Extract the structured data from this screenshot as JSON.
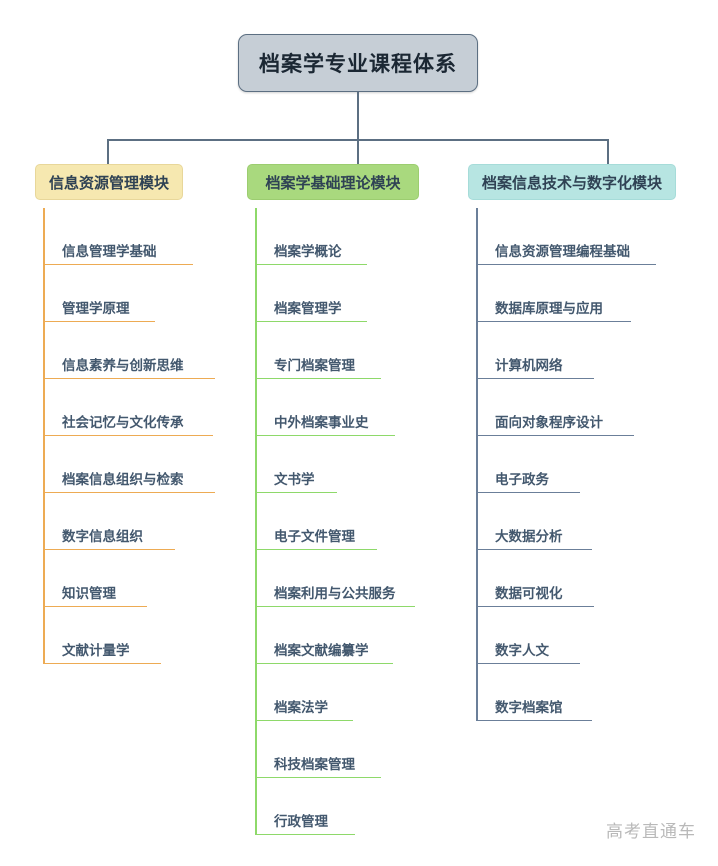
{
  "diagram": {
    "type": "org-tree",
    "root": {
      "label": "档案学专业课程体系"
    },
    "watermark": "高考直通车",
    "colors": {
      "root_fill": "#c6ced6",
      "root_border": "#5c6f82",
      "connector": "#5c6f82",
      "module1_fill": "#f6e8b0",
      "module1_line": "#edab54",
      "module2_fill": "#a9d97e",
      "module2_line": "#8ed96a",
      "module3_fill": "#b7e5e2",
      "module3_line": "#6b7f99",
      "label_text": "#43586e",
      "watermark_text": "#b9b9b9"
    },
    "modules": [
      {
        "label": "信息资源管理模块",
        "items": [
          "信息管理学基础",
          "管理学原理",
          "信息素养与创新思维",
          "社会记忆与文化传承",
          "档案信息组织与检索",
          "数字信息组织",
          "知识管理",
          "文献计量学"
        ]
      },
      {
        "label": "档案学基础理论模块",
        "items": [
          "档案学概论",
          "档案管理学",
          "专门档案管理",
          "中外档案事业史",
          "文书学",
          "电子文件管理",
          "档案利用与公共服务",
          "档案文献编纂学",
          "档案法学",
          "科技档案管理",
          "行政管理"
        ]
      },
      {
        "label": "档案信息技术与数字化模块",
        "items": [
          "信息资源管理编程基础",
          "数据库原理与应用",
          "计算机网络",
          "面向对象程序设计",
          "电子政务",
          "大数据分析",
          "数据可视化",
          "数字人文",
          "数字档案馆"
        ]
      }
    ]
  }
}
